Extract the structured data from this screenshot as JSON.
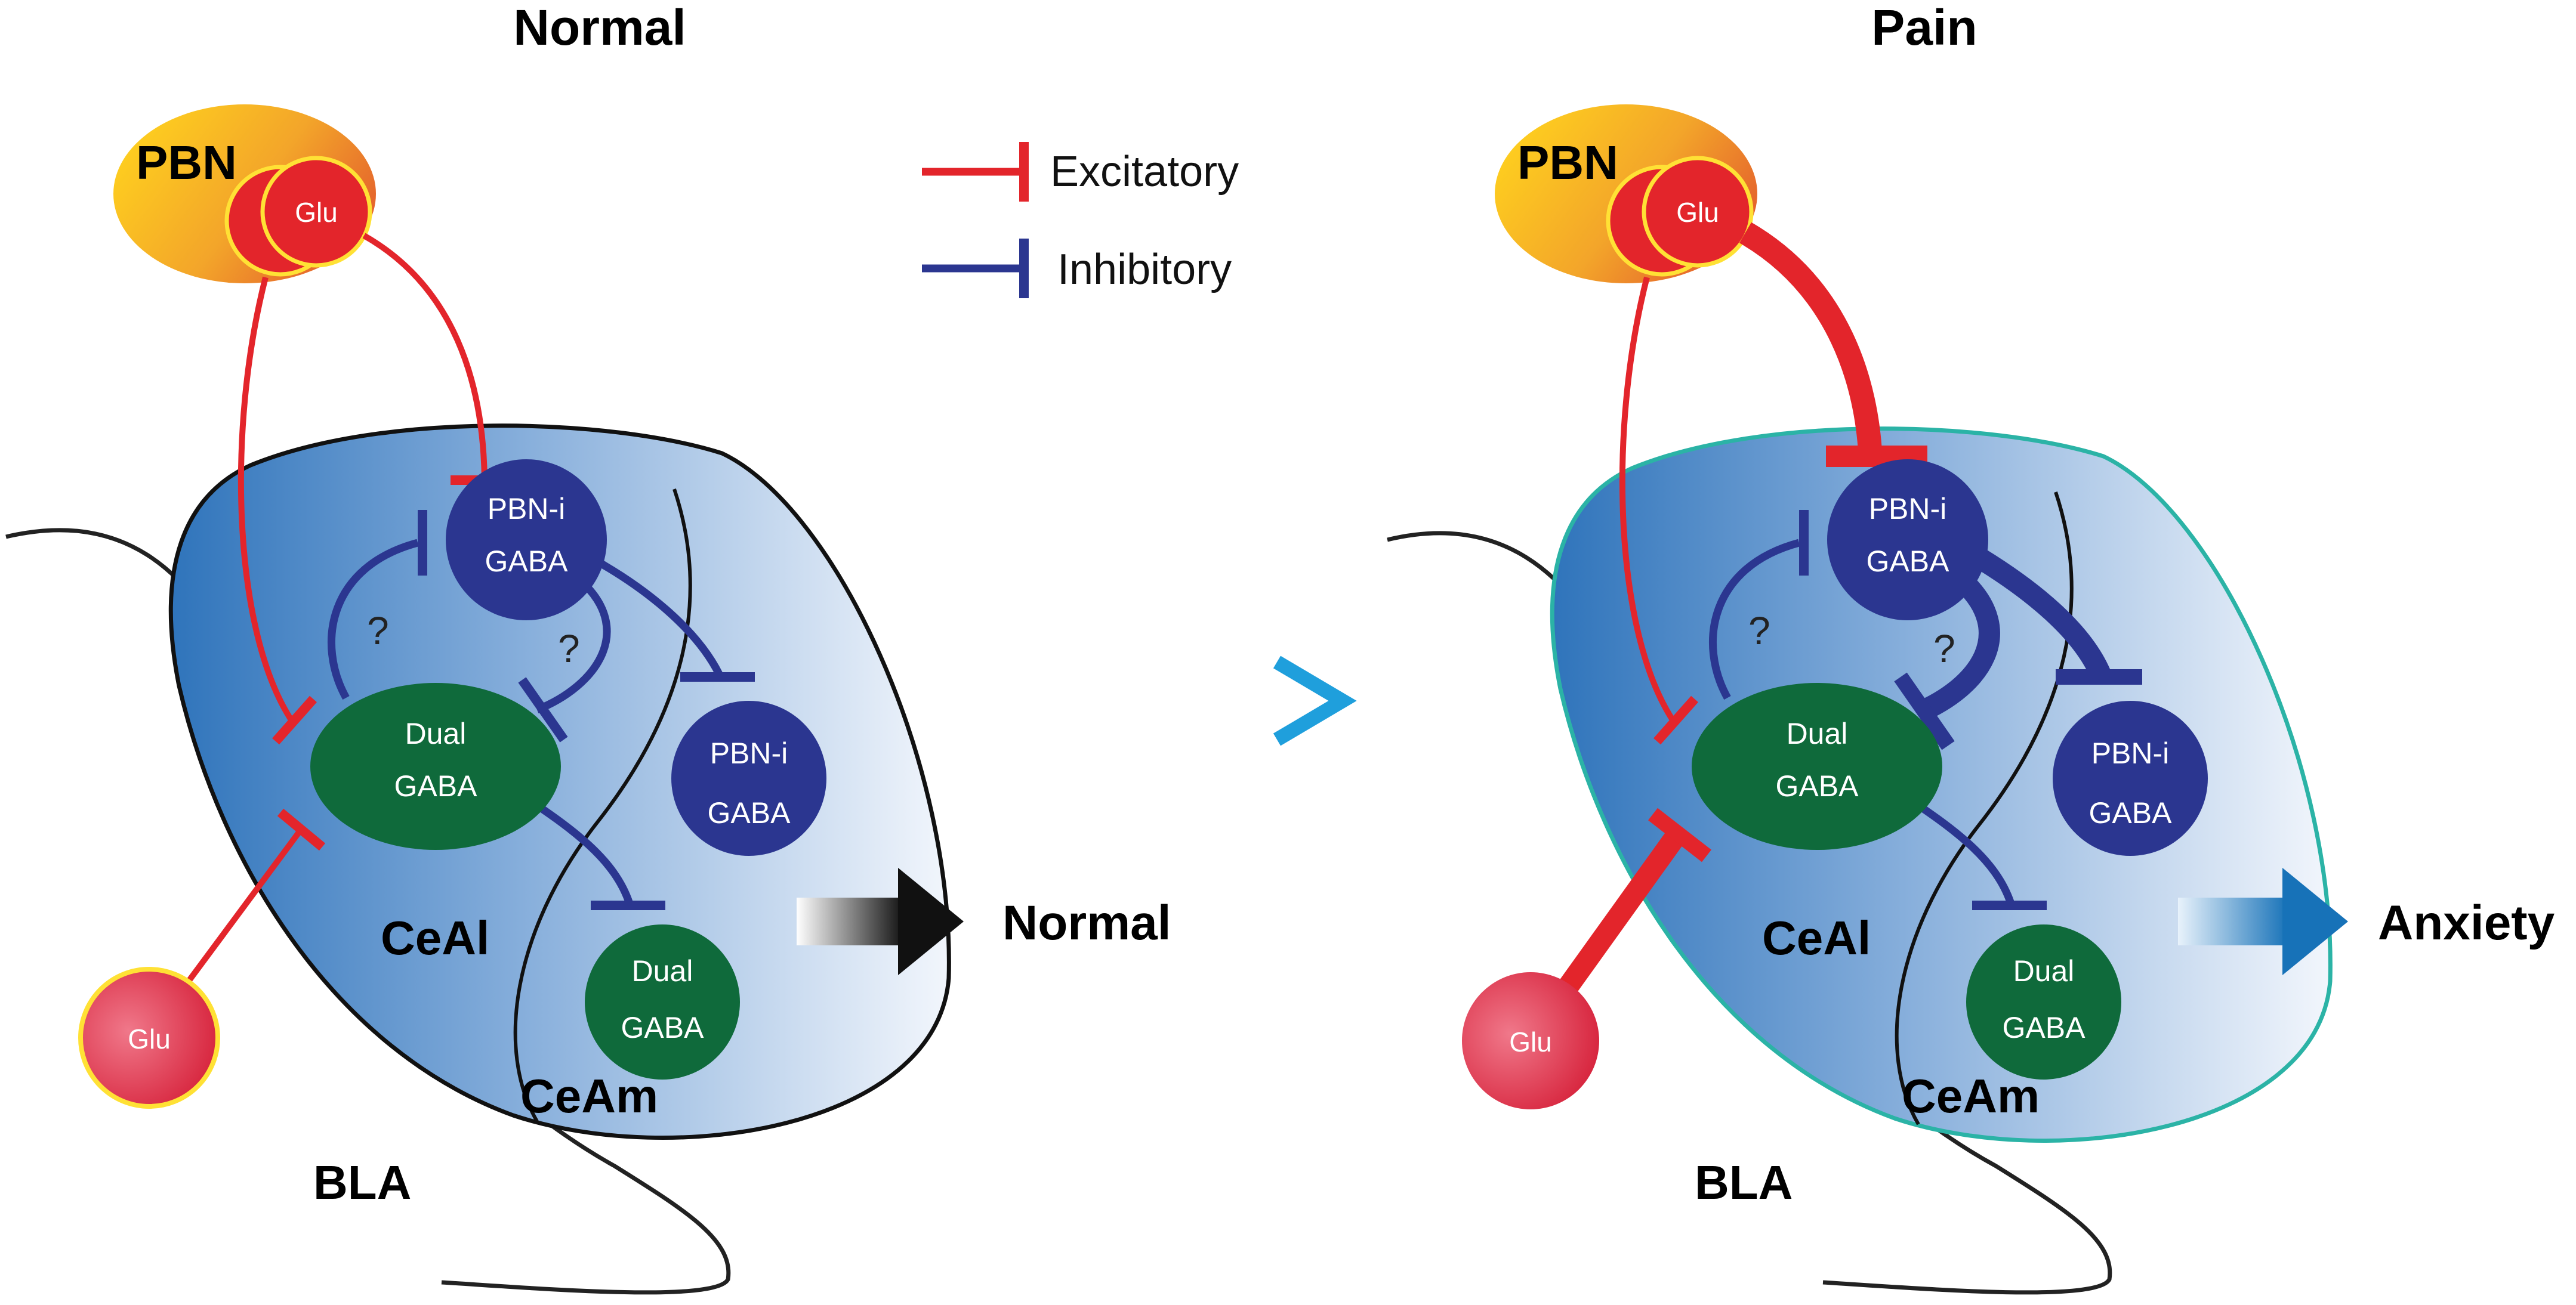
{
  "panels": {
    "left": {
      "title": "Normal",
      "output": "Normal"
    },
    "right": {
      "title": "Pain",
      "output": "Anxiety"
    }
  },
  "legend": {
    "excitatory": "Excitatory",
    "inhibitory": "Inhibitory"
  },
  "labels": {
    "pbn": "PBN",
    "glu": "Glu",
    "pbn_i": "PBN-i",
    "gaba": "GABA",
    "dual": "Dual",
    "question": "?",
    "ceal": "CeAl",
    "ceam": "CeAm",
    "bla": "BLA"
  },
  "colors": {
    "excitatory": "#e3252b",
    "inhibitory": "#2b3690",
    "dual_cell": "#0f6a3b",
    "pbn_i_cell": "#2b3690",
    "glu_fill": "#e3252b",
    "glu_ring": "#ffe135",
    "amygdala_fill": "#3f7fc2",
    "pain_outline": "#2bb3a6",
    "transition_arrow": "#2aa6dd",
    "anxiety_arrow": "#1a78bd",
    "normal_arrow": "#222222",
    "pbn_gradient_start": "#ffd21e",
    "pbn_gradient_end": "#e86a2a"
  }
}
